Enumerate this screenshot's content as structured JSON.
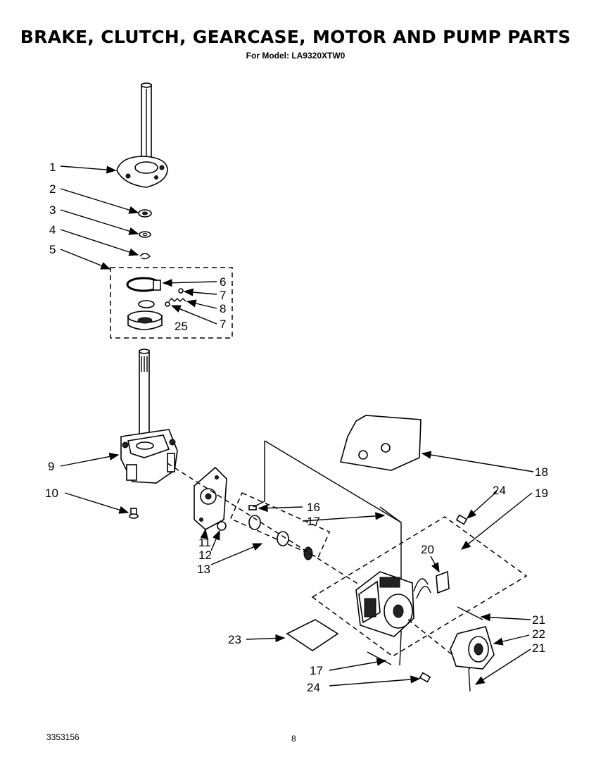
{
  "header": {
    "title": "BRAKE, CLUTCH, GEARCASE, MOTOR AND PUMP PARTS",
    "subtitle": "For Model: LA9320XTW0"
  },
  "footer": {
    "doc_number": "3353156",
    "page_number": "8"
  },
  "callouts": {
    "c1": "1",
    "c2": "2",
    "c3": "3",
    "c4": "4",
    "c5": "5",
    "c6": "6",
    "c7a": "7",
    "c8": "8",
    "c7b": "7",
    "c25": "25",
    "c9": "9",
    "c10": "10",
    "c11": "11",
    "c12": "12",
    "c13": "13",
    "c16": "16",
    "c17a": "17",
    "c18": "18",
    "c19": "19",
    "c24a": "24",
    "c20": "20",
    "c21a": "21",
    "c22": "22",
    "c21b": "21",
    "c23": "23",
    "c17b": "17",
    "c24b": "24"
  }
}
